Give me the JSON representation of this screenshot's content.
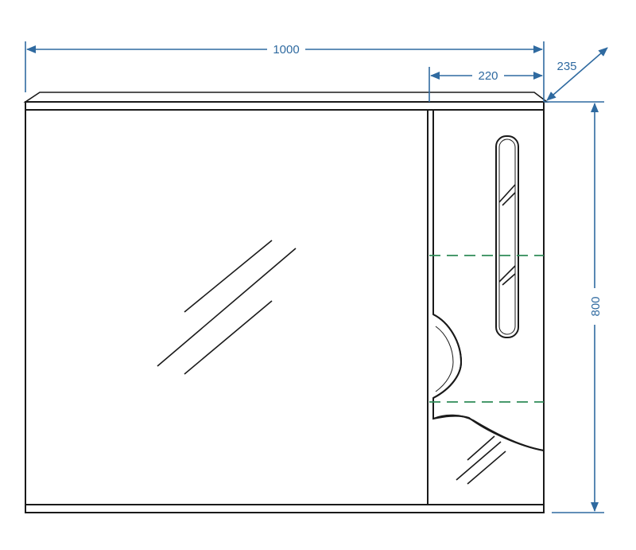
{
  "dimensions": {
    "width_total": "1000",
    "width_right": "220",
    "depth": "235",
    "height": "800"
  },
  "colors": {
    "outline": "#1a1a1a",
    "dimension": "#2f6aa0",
    "hidden_line": "#2e8b57",
    "background": "#ffffff"
  },
  "icons": {
    "arrow": "arrow-icon"
  }
}
